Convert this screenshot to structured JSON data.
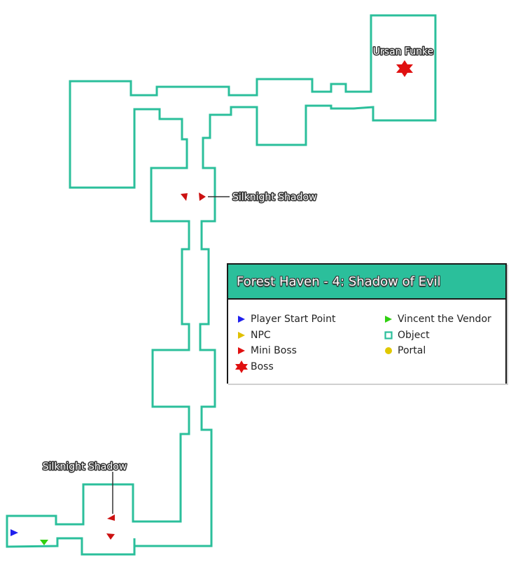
{
  "legend": {
    "title": "Forest Haven - 4: Shadow of Evil",
    "items": [
      {
        "label": "Player Start Point",
        "icon": "triangle-right-icon",
        "color": "#2020ee"
      },
      {
        "label": "NPC",
        "icon": "triangle-right-icon",
        "color": "#e0c000"
      },
      {
        "label": "Mini Boss",
        "icon": "triangle-right-icon",
        "color": "#e01010"
      },
      {
        "label": "Boss",
        "icon": "star-of-david-icon",
        "color": "#e01010"
      },
      {
        "label": "Vincent the Vendor",
        "icon": "triangle-right-icon",
        "color": "#30d010"
      },
      {
        "label": "Object",
        "icon": "hollow-square-icon",
        "color": "#2bbf9b"
      },
      {
        "label": "Portal",
        "icon": "circle-icon",
        "color": "#e0c800"
      }
    ]
  },
  "map": {
    "wall_color": "#2bbf9b",
    "labels": {
      "boss": "Ursan Funke",
      "miniboss_top": "Silknight Shadow",
      "miniboss_bottom": "Silknight Shadow"
    }
  }
}
